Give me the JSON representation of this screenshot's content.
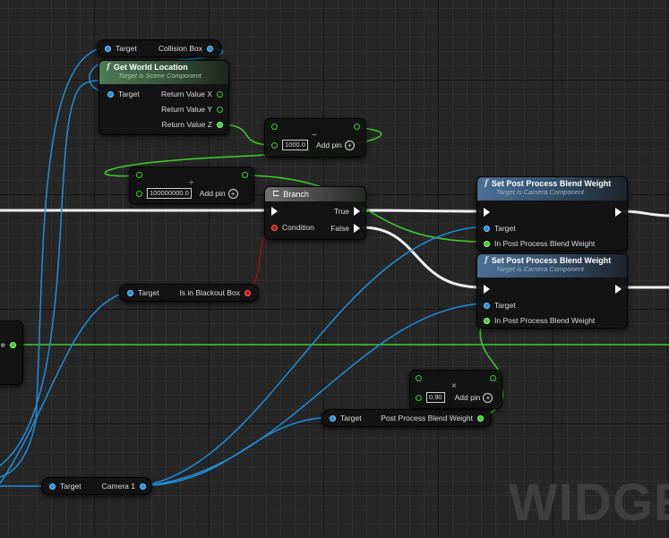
{
  "watermark": "WIDGET",
  "colors": {
    "object_pin": "#1f8fdc",
    "float_pin": "#3fcf2f",
    "bool_pin": "#c81010",
    "exec": "#ffffff"
  },
  "nodes": {
    "collision_box": {
      "target": "Target",
      "output": "Collision Box"
    },
    "get_world_location": {
      "title": "Get World Location",
      "subtitle": "Target is Scene Component",
      "target": "Target",
      "out_x": "Return Value X",
      "out_y": "Return Value Y",
      "out_z": "Return Value Z"
    },
    "add_node": {
      "value": "1000.0",
      "add_pin": "Add pin"
    },
    "divide_node": {
      "value": "100000000.0",
      "add_pin": "Add pin"
    },
    "branch": {
      "title": "Branch",
      "condition": "Condition",
      "true_label": "True",
      "false_label": "False"
    },
    "set_blend_1": {
      "title": "Set Post Process Blend Weight",
      "subtitle": "Target is Camera Component",
      "target": "Target",
      "in_weight": "In Post Process Blend Weight"
    },
    "set_blend_2": {
      "title": "Set Post Process Blend Weight",
      "subtitle": "Target is Camera Component",
      "target": "Target",
      "in_weight": "In Post Process Blend Weight"
    },
    "blackout_box": {
      "target": "Target",
      "output": "Is in Blackout Box"
    },
    "multiply_node": {
      "value": "0.90",
      "add_pin": "Add pin"
    },
    "post_process_weight": {
      "target": "Target",
      "output": "Post Process Blend Weight"
    },
    "camera": {
      "target": "Target",
      "output": "Camera 1"
    },
    "partial_left": {
      "output": "e"
    }
  }
}
